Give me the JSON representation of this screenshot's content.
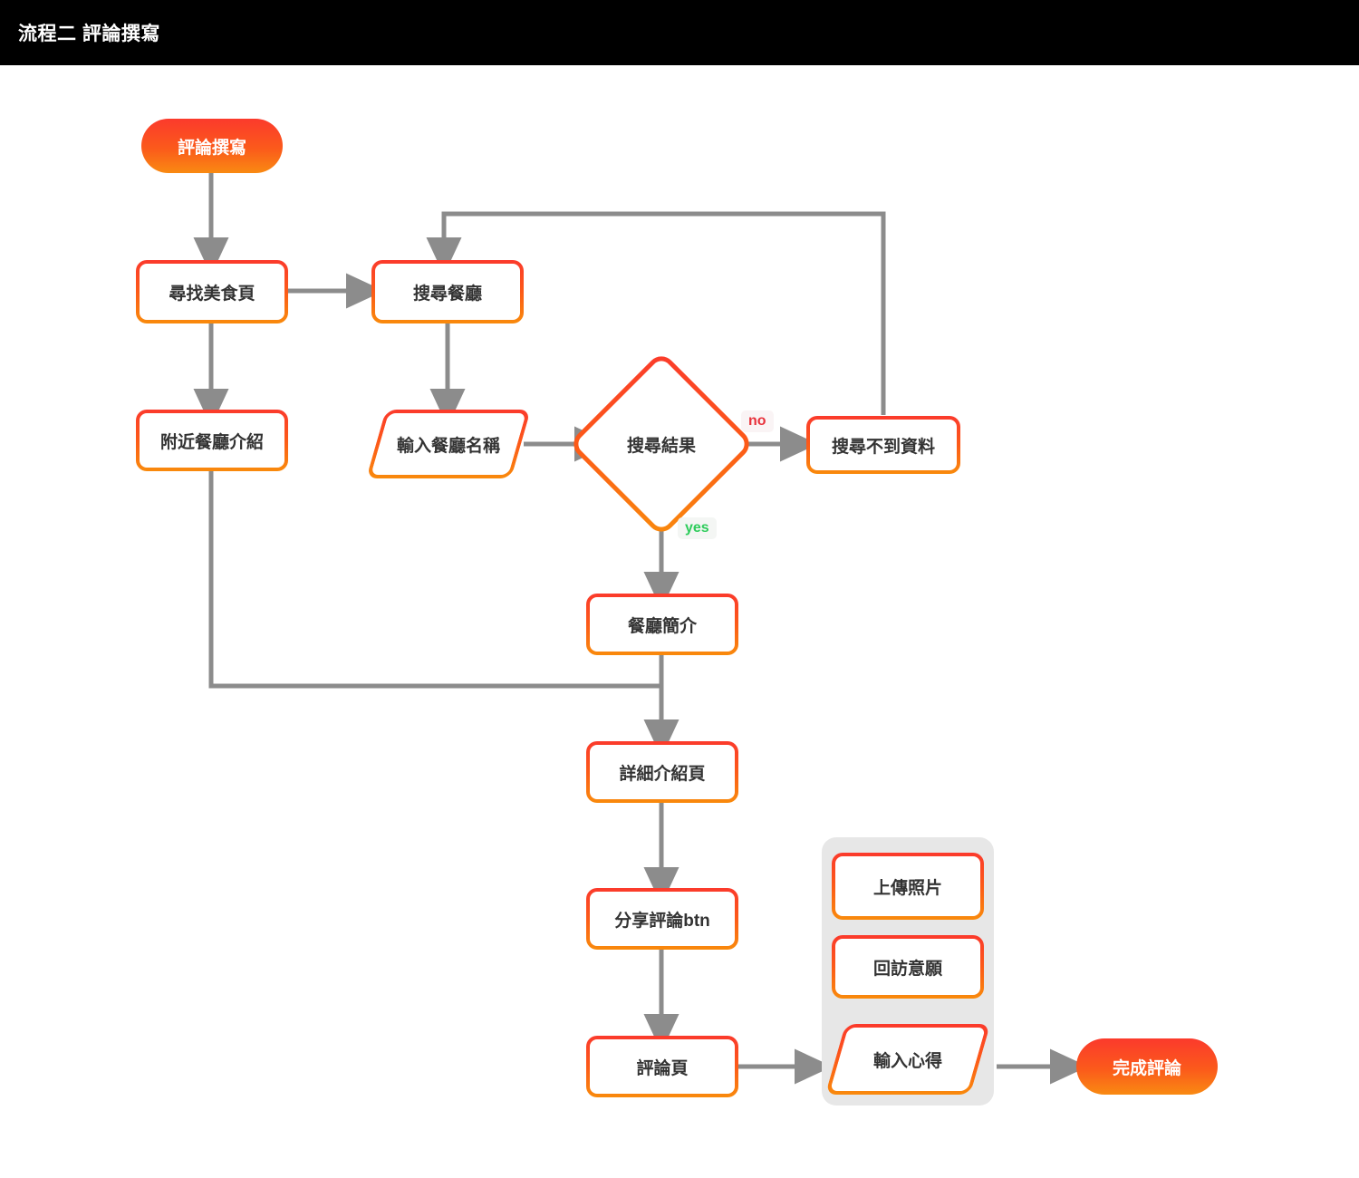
{
  "header": {
    "title": "流程二 評論撰寫",
    "background": "#000000",
    "text_color": "#ffffff"
  },
  "theme": {
    "node_border_top": "#fb3a2c",
    "node_border_bottom": "#f98a0c",
    "node_text": "#333333",
    "edge_color": "#8c8c8c",
    "group_background": "#e7e7e7",
    "yes_color": "#2ecc5b",
    "no_color": "#e8323c",
    "canvas_background": "#ffffff"
  },
  "nodes": {
    "start": {
      "label": "評論撰寫",
      "shape": "terminator"
    },
    "find_food_page": {
      "label": "尋找美食頁",
      "shape": "process"
    },
    "search_restaurant": {
      "label": "搜尋餐廳",
      "shape": "process"
    },
    "nearby_intro": {
      "label": "附近餐廳介紹",
      "shape": "process"
    },
    "input_name": {
      "label": "輸入餐廳名稱",
      "shape": "io"
    },
    "search_result": {
      "label": "搜尋結果",
      "shape": "decision"
    },
    "not_found": {
      "label": "搜尋不到資料",
      "shape": "process"
    },
    "restaurant_brief": {
      "label": "餐廳簡介",
      "shape": "process"
    },
    "detail_page": {
      "label": "詳細介紹頁",
      "shape": "process"
    },
    "share_review_btn": {
      "label": "分享評論btn",
      "shape": "process"
    },
    "review_page": {
      "label": "評論頁",
      "shape": "process"
    },
    "upload_photo": {
      "label": "上傳照片",
      "shape": "process"
    },
    "revisit_intent": {
      "label": "回訪意願",
      "shape": "process"
    },
    "input_thoughts": {
      "label": "輸入心得",
      "shape": "io"
    },
    "finish": {
      "label": "完成評論",
      "shape": "terminator"
    }
  },
  "edge_labels": {
    "yes": "yes",
    "no": "no"
  },
  "edges": [
    {
      "from": "start",
      "to": "find_food_page",
      "label": ""
    },
    {
      "from": "find_food_page",
      "to": "search_restaurant",
      "label": ""
    },
    {
      "from": "find_food_page",
      "to": "nearby_intro",
      "label": ""
    },
    {
      "from": "search_restaurant",
      "to": "input_name",
      "label": ""
    },
    {
      "from": "input_name",
      "to": "search_result",
      "label": ""
    },
    {
      "from": "search_result",
      "to": "not_found",
      "label": "no"
    },
    {
      "from": "search_result",
      "to": "restaurant_brief",
      "label": "yes"
    },
    {
      "from": "not_found",
      "to": "search_restaurant",
      "label": ""
    },
    {
      "from": "nearby_intro",
      "to": "detail_page",
      "label": ""
    },
    {
      "from": "restaurant_brief",
      "to": "detail_page",
      "label": ""
    },
    {
      "from": "detail_page",
      "to": "share_review_btn",
      "label": ""
    },
    {
      "from": "share_review_btn",
      "to": "review_page",
      "label": ""
    },
    {
      "from": "review_page",
      "to": "input_thoughts",
      "label": ""
    },
    {
      "from": "input_thoughts",
      "to": "finish",
      "label": ""
    }
  ],
  "group": {
    "members": [
      "upload_photo",
      "revisit_intent",
      "input_thoughts"
    ]
  }
}
